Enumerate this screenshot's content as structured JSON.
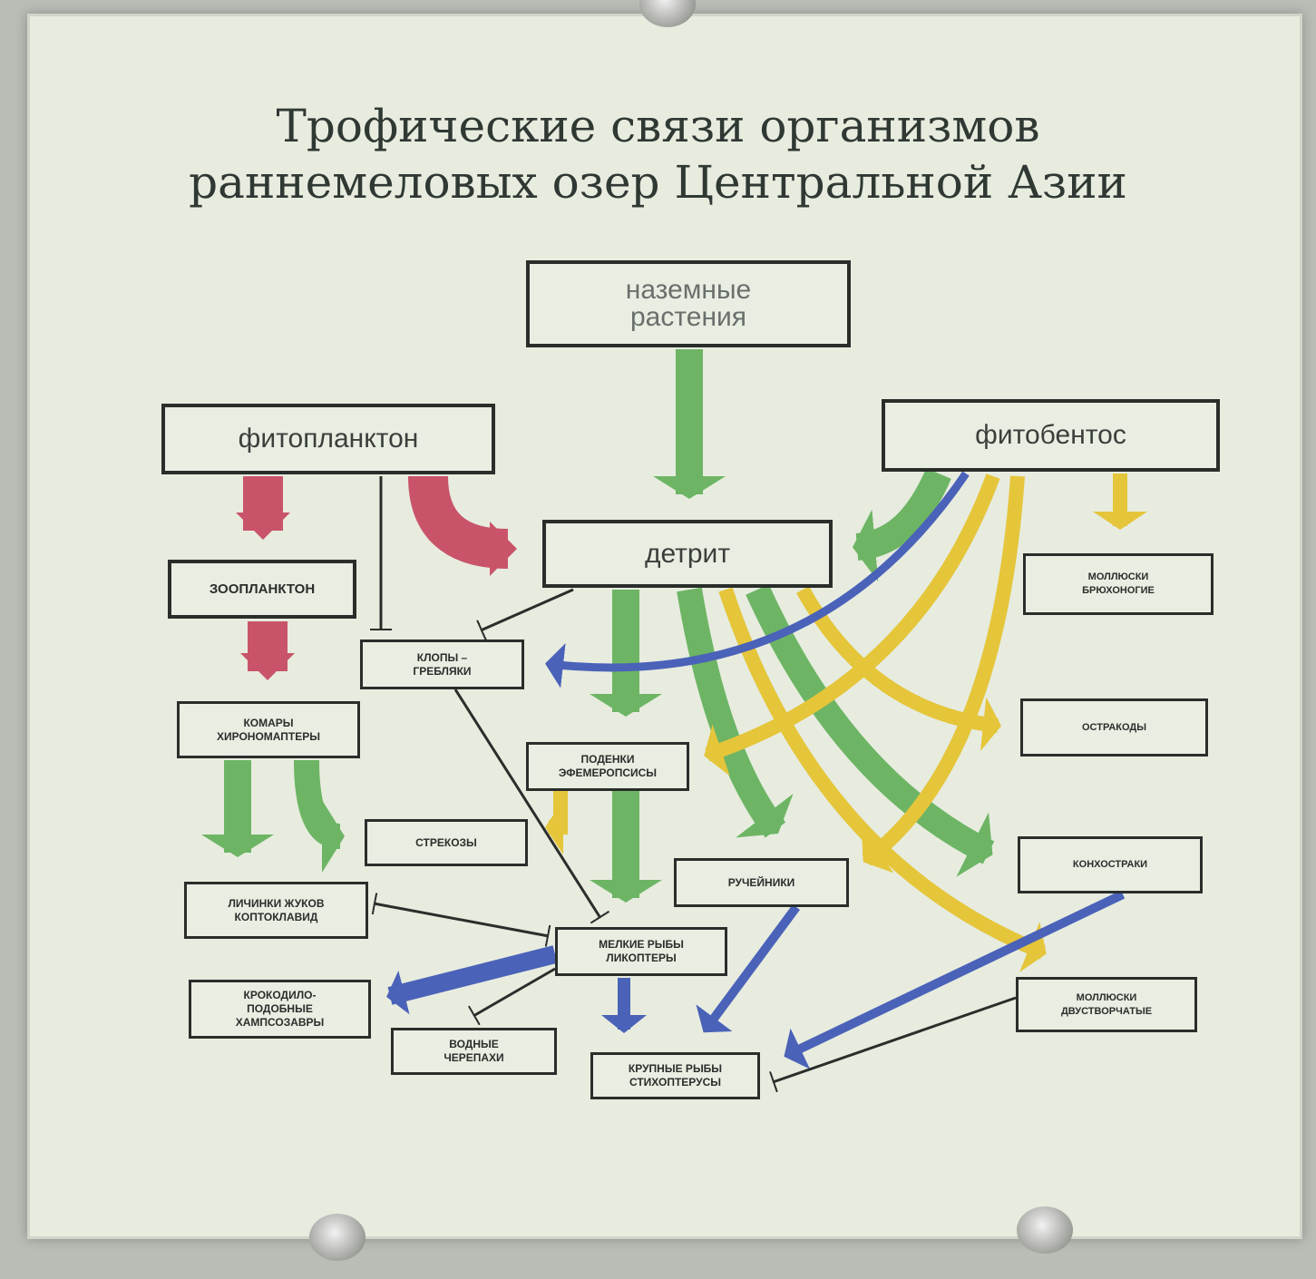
{
  "title": {
    "line1": "Трофические связи организмов",
    "line2": "раннемеловых озер Центральной Азии"
  },
  "nodes": {
    "terrestrial_plants": {
      "line1": "наземные",
      "line2": "растения"
    },
    "phytoplankton": "фитопланктон",
    "phytobenthos": "фитобентос",
    "detritus": "детрит",
    "zooplankton": "ЗООПЛАНКТОН",
    "water_boatmen": {
      "line1": "КЛОПЫ –",
      "line2": "ГРЕБЛЯКИ"
    },
    "gastropods": {
      "line1": "МОЛЛЮСКИ",
      "line2": "БРЮХОНОГИЕ"
    },
    "mosquitoes": {
      "line1": "КОМАРЫ",
      "line2": "ХИРОНОМАПТЕРЫ"
    },
    "ostracods": "ОСТРАКОДЫ",
    "mayflies": {
      "line1": "ПОДЕНКИ",
      "line2": "ЭФЕМЕРОПСИСЫ"
    },
    "dragonflies": "СТРЕКОЗЫ",
    "caddisflies": "РУЧЕЙНИКИ",
    "conchostracans": "КОНХОСТРАКИ",
    "beetle_larvae": {
      "line1": "ЛИЧИНКИ ЖУКОВ",
      "line2": "КОПТОКЛАВИД"
    },
    "small_fish": {
      "line1": "МЕЛКИЕ РЫБЫ",
      "line2": "ЛИКОПТЕРЫ"
    },
    "crocodiles": {
      "line1": "КРОКОДИЛО-",
      "line2": "ПОДОБНЫЕ",
      "line3": "ХАМПСОЗАВРЫ"
    },
    "turtles": {
      "line1": "ВОДНЫЕ",
      "line2": "ЧЕРЕПАХИ"
    },
    "large_fish": {
      "line1": "КРУПНЫЕ РЫБЫ",
      "line2": "СТИХОПТЕРУСЫ"
    },
    "bivalves": {
      "line1": "МОЛЛЮСКИ",
      "line2": "ДВУСТВОРЧАТЫЕ"
    }
  },
  "colors": {
    "red": "#c9546a",
    "green": "#6db564",
    "yellow": "#e5c53a",
    "blue": "#4a62b8",
    "black": "#2a2e2b"
  }
}
